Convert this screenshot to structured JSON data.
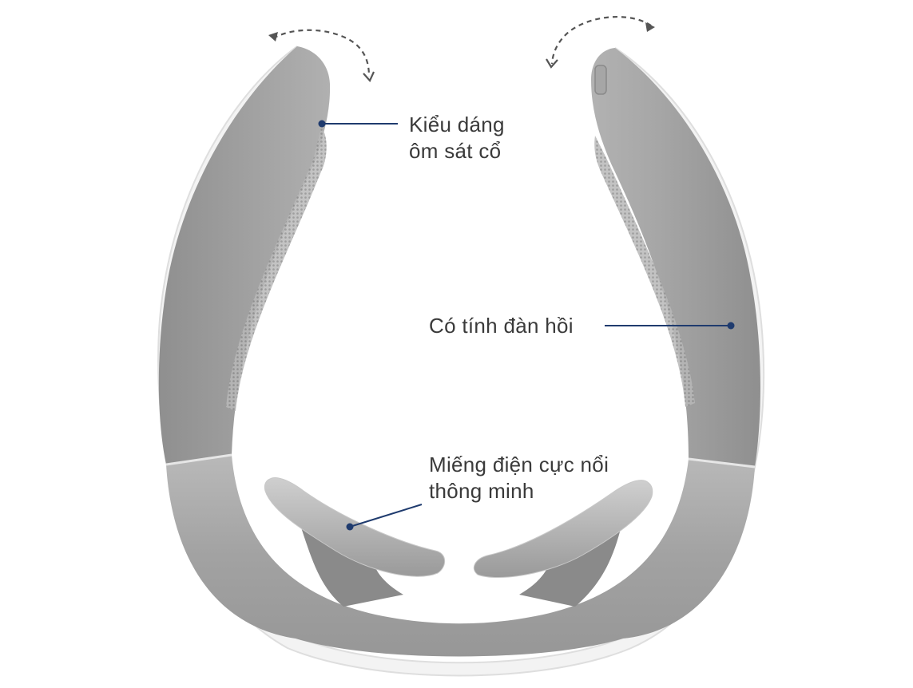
{
  "annotations": {
    "neck_fit": {
      "lines": [
        "Kiểu dáng",
        "ôm sát cổ"
      ]
    },
    "elastic": {
      "lines": [
        "Có tính đàn hồi"
      ]
    },
    "electrodes": {
      "lines": [
        "Miếng điện cực nổi",
        "thông minh"
      ]
    }
  },
  "colors": {
    "body_gray": "#9c9c9c",
    "body_gray_light": "#c4c4c4",
    "shell_white": "#f2f2f2",
    "leader_line": "#1f3b6e",
    "text": "#3a3a3a"
  },
  "icons": [
    "curved-arrow-left-icon",
    "curved-arrow-right-icon"
  ]
}
